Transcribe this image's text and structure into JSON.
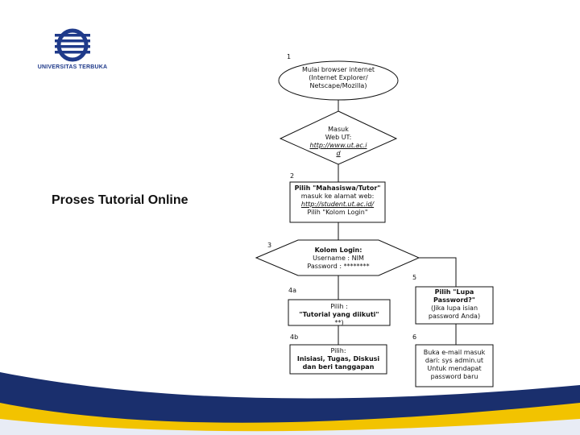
{
  "brand": {
    "name": "UNIVERSITAS TERBUKA"
  },
  "page": {
    "title": "Proses Tutorial Online"
  },
  "colors": {
    "brand_blue": "#1f3a8a",
    "accent_yellow": "#f2c300",
    "footer_navy": "#1a2f6d"
  },
  "steps": {
    "n1": "1",
    "n2": "2",
    "n3": "3",
    "n4a": "4a",
    "n4b": "4b",
    "n5": "5",
    "n6": "6",
    "start": {
      "l1": "Mulai browser internet",
      "l2": "(Internet Explorer/",
      "l3": "Netscape/Mozilla)"
    },
    "web": {
      "l1": "Masuk",
      "l2": "Web UT:",
      "l3": "http://www.ut.ac.i",
      "l4": "d"
    },
    "student": {
      "l1": "Pilih \"Mahasiswa/Tutor\"",
      "l2": "masuk ke alamat web:",
      "l3": "http://student.ut.ac.id/",
      "l4": "Pilih \"Kolom Login\""
    },
    "login": {
      "l1": "Kolom Login:",
      "l2": "Username : NIM",
      "l3": "Password : ********"
    },
    "tutorial": {
      "l1": "Pilih :",
      "l2": "\"Tutorial yang diikuti\"",
      "l3": "**)"
    },
    "activity": {
      "l1": "Pilih:",
      "l2": "Inisiasi, Tugas, Diskusi",
      "l3": "dan beri tanggapan"
    },
    "lupa": {
      "l1": "Pilih \"Lupa",
      "l2": "Password?\"",
      "l3": "(Jika lupa isian",
      "l4": "password Anda)"
    },
    "email": {
      "l1": "Buka e-mail masuk",
      "l2": "dari: sys admin.ut",
      "l3": "Untuk mendapat",
      "l4": "password baru"
    }
  }
}
